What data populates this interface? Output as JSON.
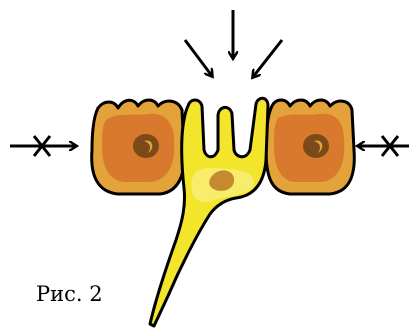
{
  "caption": "Рис. 2",
  "colors": {
    "outline": "#000000",
    "side_cell_outer": "#e3a23a",
    "side_cell_inner": "#d9792e",
    "nucleus": "#7a4a18",
    "nucleus_highlight": "#e3a23a",
    "neuron_body": "#f2e52c",
    "neuron_inner": "#f7ed6b",
    "neuron_nucleus": "#c58a2e"
  },
  "arrows": {
    "top": [
      "down-arrow",
      "down-right-arrow",
      "down-left-arrow"
    ],
    "left": "blocked-right-arrow",
    "right": "blocked-left-arrow"
  }
}
